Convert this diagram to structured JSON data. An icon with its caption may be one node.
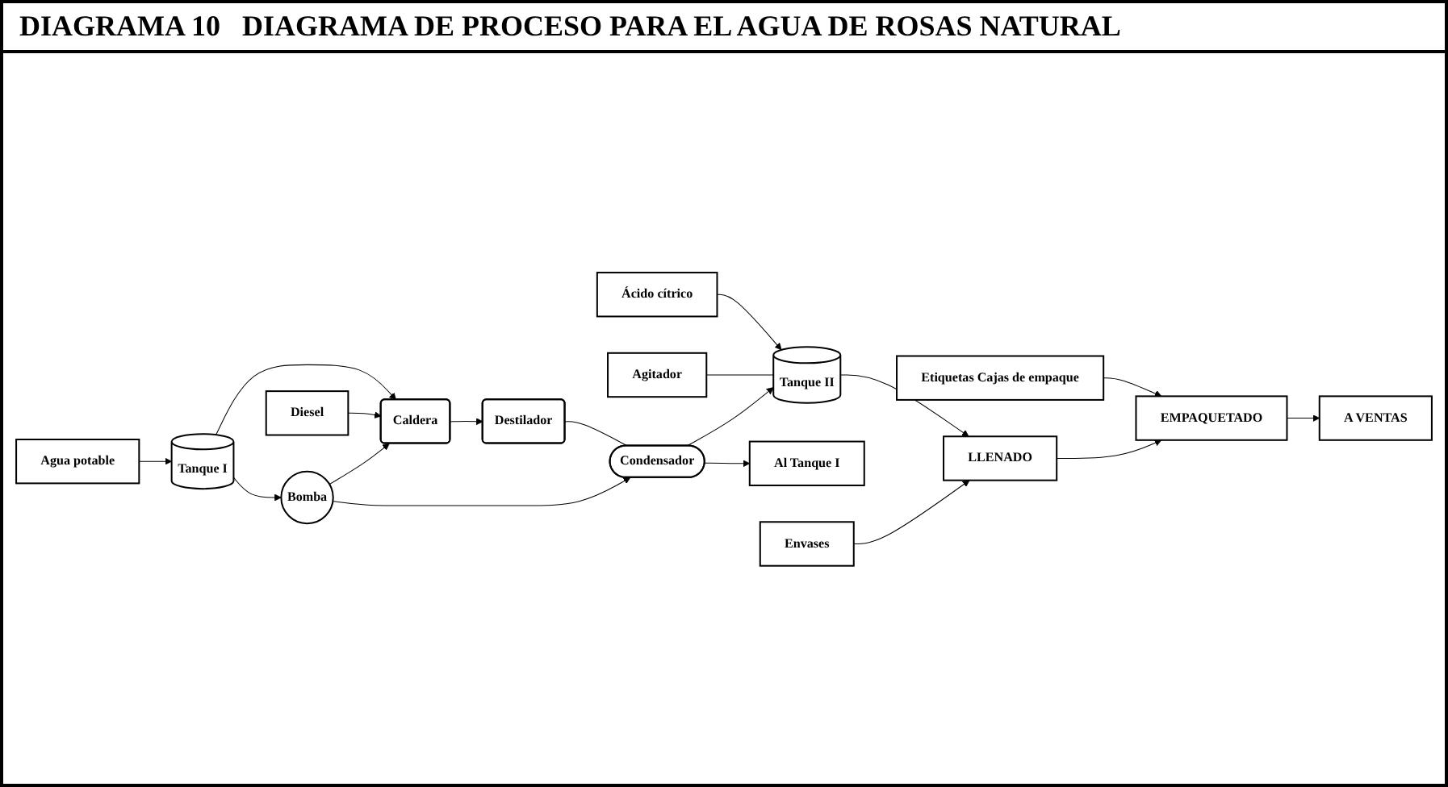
{
  "diagram": {
    "title": "DIAGRAMA 10   DIAGRAMA DE PROCESO PARA EL AGUA DE ROSAS NATURAL",
    "nodes": [
      {
        "text": [
          "Agua potable"
        ]
      },
      {
        "text": [
          "Tanque I"
        ]
      },
      {
        "text": [
          "Caldera"
        ]
      },
      {
        "text": [
          "Bomba"
        ]
      },
      {
        "text": [
          "Diesel"
        ]
      },
      {
        "text": [
          "Ácido cítrico"
        ]
      },
      {
        "text": [
          "Agitador"
        ]
      },
      {
        "text": [
          "Condensador"
        ]
      },
      {
        "text": [
          "Destilador"
        ]
      },
      {
        "text": [
          "Tanque II"
        ]
      },
      {
        "text": [
          "Al Tanque I"
        ]
      },
      {
        "text": [
          "LLENADO"
        ]
      },
      {
        "text": [
          "Etiquetas Cajas de empaque"
        ]
      },
      {
        "text": [
          "Envases"
        ]
      },
      {
        "text": [
          "EMPAQUETADO"
        ]
      },
      {
        "text": [
          "A VENTAS"
        ]
      }
    ],
    "edges": [
      {
        "from": 0,
        "to": 1,
        "arrow": "to"
      },
      {
        "from": 1,
        "to": 2,
        "arrow": "to"
      },
      {
        "from": 1,
        "to": 3,
        "arrow": "to"
      },
      {
        "from": 3,
        "to": 2,
        "arrow": "to"
      },
      {
        "from": 3,
        "to": 7,
        "arrow": "to"
      },
      {
        "from": 4,
        "to": 2,
        "arrow": "to"
      },
      {
        "from": 2,
        "to": 8,
        "arrow": "to"
      },
      {
        "from": 8,
        "to": 7,
        "arrow": "none"
      },
      {
        "from": 7,
        "to": 9,
        "arrow": "to"
      },
      {
        "from": 7,
        "to": 10,
        "arrow": "to"
      },
      {
        "from": 6,
        "to": 9,
        "arrow": "none"
      },
      {
        "from": 5,
        "to": 9,
        "arrow": "to"
      },
      {
        "from": 9,
        "to": 11,
        "arrow": "to"
      },
      {
        "from": 13,
        "to": 11,
        "arrow": "to"
      },
      {
        "from": 11,
        "to": 14,
        "arrow": "to"
      },
      {
        "from": 12,
        "to": 14,
        "arrow": "to"
      },
      {
        "from": 14,
        "to": 15,
        "arrow": "to"
      }
    ]
  }
}
